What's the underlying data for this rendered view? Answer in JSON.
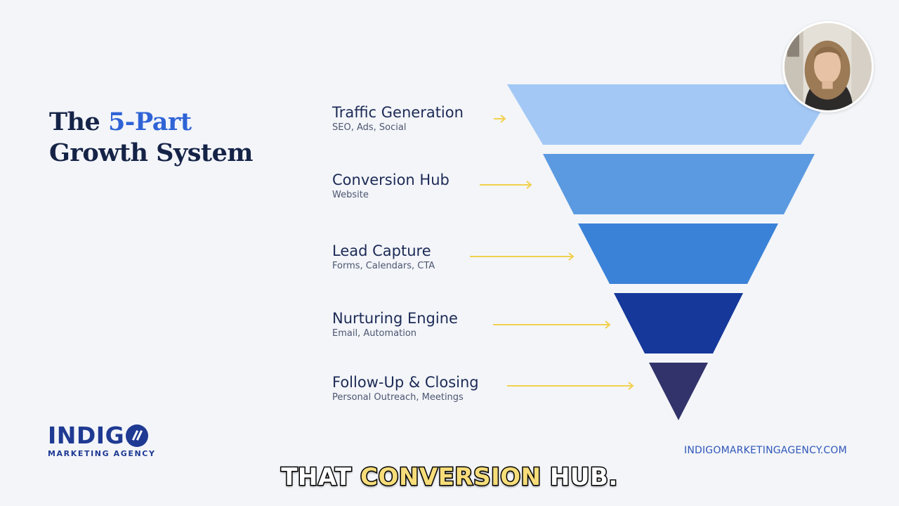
{
  "slide": {
    "title_line1_prefix": "The ",
    "title_line1_accent": "5-Part",
    "title_line2": "Growth System",
    "accent_color": "#2f63d6",
    "text_color": "#152347"
  },
  "stages": [
    {
      "name": "Traffic Generation",
      "sub": "SEO, Ads, Social",
      "color": "#a3c8f5"
    },
    {
      "name": "Conversion Hub",
      "sub": "Website",
      "color": "#5b9ae0"
    },
    {
      "name": "Lead Capture",
      "sub": "Forms, Calendars, CTA",
      "color": "#3a82d8"
    },
    {
      "name": "Nurturing Engine",
      "sub": "Email, Automation",
      "color": "#15389a"
    },
    {
      "name": "Follow-Up & Closing",
      "sub": "Personal Outreach, Meetings",
      "color": "#33336b"
    }
  ],
  "arrow_color": "#f2d04e",
  "logo": {
    "main": "INDIG",
    "sub": "MARKETING AGENCY"
  },
  "website": "INDIGOMARKETINGAGENCY.COM",
  "caption": {
    "part1": "THAT ",
    "highlight": "CONVERSION",
    "part2": " HUB."
  },
  "webcam": {
    "icon": "presenter-avatar"
  }
}
